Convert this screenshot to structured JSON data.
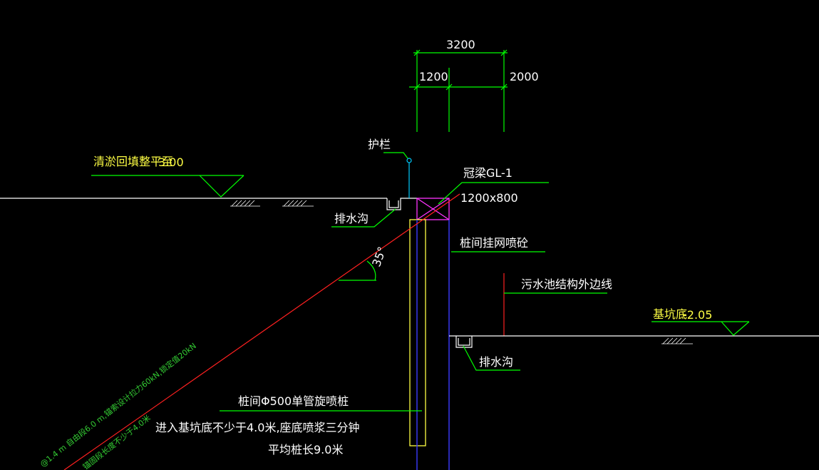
{
  "dimensions": {
    "total": "3200",
    "left": "1200",
    "right": "2000"
  },
  "labels": {
    "guardrail": "护栏",
    "crown_beam": "冠梁GL-1",
    "crown_beam_size": "1200x800",
    "fill_text": "清淤回填整平至",
    "fill_elev": "3.00",
    "drain_top": "排水沟",
    "mesh_shotcrete": "桩间挂网喷砼",
    "tank_outline": "污水池结构外边线",
    "pit_bottom": "基坑底",
    "pit_elev": "-2.05",
    "drain_bottom": "排水沟",
    "angle": "35°",
    "jet_pile": "桩间Φ500单管旋喷桩",
    "note1": "进入基坑底不少于4.0米,座底喷浆三分钟",
    "note2": "平均桩长9.0米",
    "anchor1": "@1.4 m 自由段6.0 m,锚索设计拉力60kN,锁定值20kN",
    "anchor2": "锚固段长度不少于4.0米"
  },
  "colors": {
    "background": "#000000",
    "dimension": "#00ff00",
    "text": "#ffffff",
    "elevation_text": "#ffff44",
    "slip_line": "#ff2020",
    "pile_axis": "#3b3bff",
    "crown_beam": "#ff33ff"
  }
}
